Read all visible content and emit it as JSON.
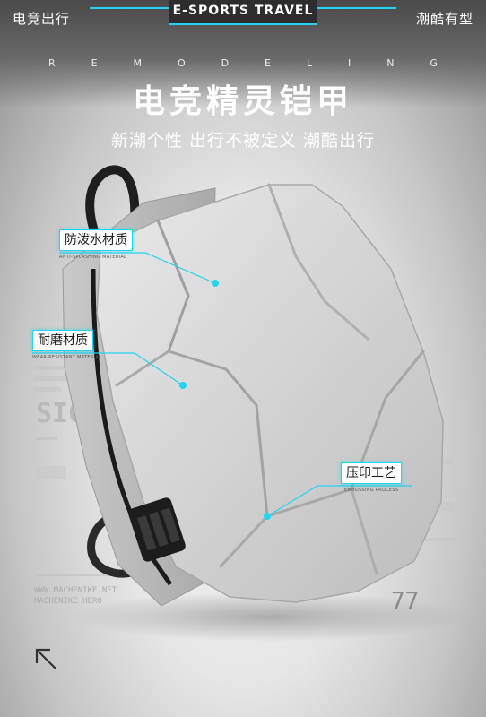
{
  "topbar": {
    "left_label": "电竞出行",
    "center_label": "E-SPORTS TRAVEL",
    "right_label": "潮酷有型"
  },
  "remodeling_letters": [
    "R",
    "E",
    "M",
    "O",
    "D",
    "E",
    "L",
    "I",
    "N",
    "G"
  ],
  "headline": {
    "title": "电竞精灵铠甲",
    "subtitle": "新潮个性 出行不被定义 潮酷出行"
  },
  "callouts": [
    {
      "label": "防泼水材质",
      "sub": "ANTI-SPLASHING MATERIAL"
    },
    {
      "label": "耐磨材质",
      "sub": "WEAR-RESISTANT MATERIAL"
    },
    {
      "label": "压印工艺",
      "sub": "EMBOSSING PROCESS"
    }
  ],
  "background_text": {
    "sign": "SIGN",
    "machine_line1": "WWW.MACHENIKE.NET",
    "machine_line2": "MACHENIKE HERO",
    "number": "77"
  },
  "colors": {
    "accent": "#21d4f0",
    "shell": "#d4d4d4",
    "background": "#e4e4e4"
  },
  "icons": {
    "corner_arrow": "arrow-up-left-icon"
  }
}
